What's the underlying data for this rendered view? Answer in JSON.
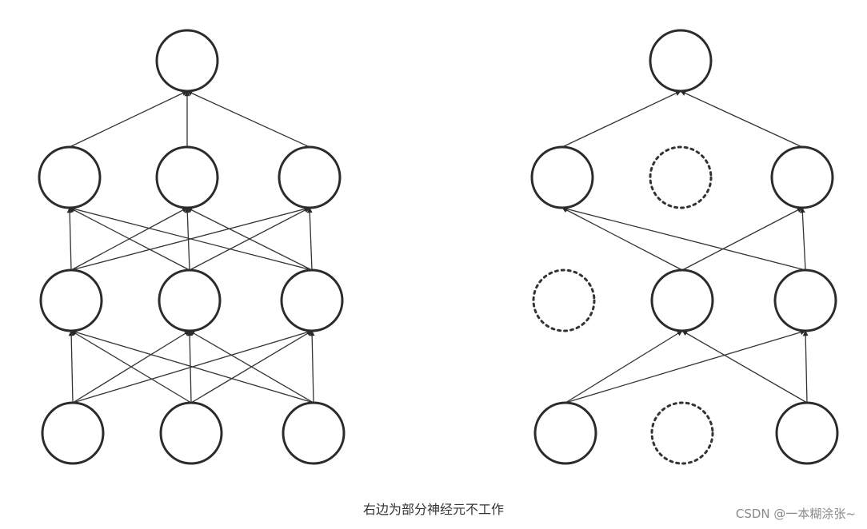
{
  "caption": "右边为部分神经元不工作",
  "watermark": "CSDN @一本糊涂张~",
  "colors": {
    "node_stroke": "#2b2b2b",
    "edge": "#333333",
    "dropped_stroke": "#333333",
    "background": "#ffffff"
  },
  "networks": [
    {
      "id": "full",
      "layers": [
        [
          "active",
          "active",
          "active"
        ],
        [
          "active",
          "active",
          "active"
        ],
        [
          "active",
          "active",
          "active"
        ],
        [
          "active"
        ]
      ]
    },
    {
      "id": "dropout",
      "layers": [
        [
          "active",
          "dropped",
          "active"
        ],
        [
          "dropped",
          "active",
          "active"
        ],
        [
          "active",
          "dropped",
          "active"
        ],
        [
          "active"
        ]
      ]
    }
  ]
}
